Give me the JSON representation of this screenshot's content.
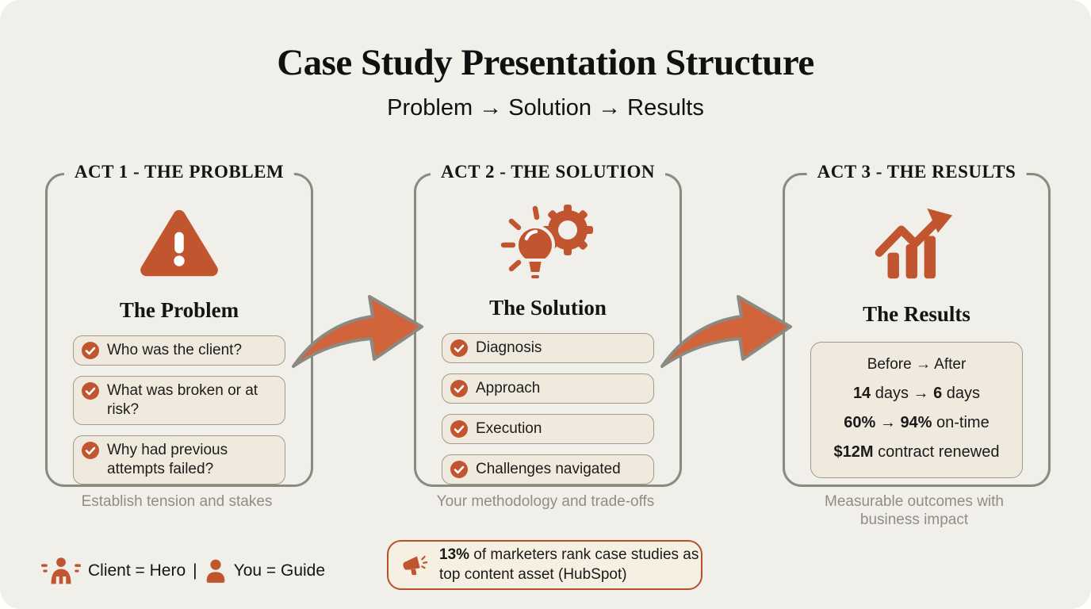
{
  "page": {
    "title": "Case Study Presentation Structure",
    "subtitle": "Problem → Solution → Results"
  },
  "colors": {
    "accent": "#c0552f",
    "arrow_fill": "#d2643c",
    "panel_border": "#8a8a83",
    "card_background": "#f0efe9",
    "item_background": "#f0eade",
    "caption_text": "#8f8d85",
    "stat_border": "#b8502c"
  },
  "acts": [
    {
      "label": "ACT 1 - THE PROBLEM",
      "icon": "warning-triangle-icon",
      "heading": "The Problem",
      "items": [
        "Who was the client?",
        "What was broken or at risk?",
        "Why had previous attempts failed?"
      ],
      "caption": "Establish tension and stakes"
    },
    {
      "label": "ACT 2 - THE SOLUTION",
      "icon": "lightbulb-gear-icon",
      "heading": "The Solution",
      "items": [
        "Diagnosis",
        "Approach",
        "Execution",
        "Challenges navigated"
      ],
      "caption": "Your methodology and trade-offs"
    },
    {
      "label": "ACT 3 - THE RESULTS",
      "icon": "growth-chart-icon",
      "heading": "The Results",
      "results_box": {
        "header": "Before → After",
        "lines": [
          {
            "b1": "14",
            "r1": " days → ",
            "b2": "6",
            "r2": " days"
          },
          {
            "b1": "60%",
            "r1": " → ",
            "b2": "94%",
            "r2": " on-time"
          },
          {
            "b1": "$12M",
            "r1": " contract renewed",
            "b2": "",
            "r2": ""
          }
        ]
      },
      "caption": "Measurable outcomes with business impact"
    }
  ],
  "legend": {
    "client_label": "Client = Hero",
    "separator": "|",
    "you_label": "You = Guide"
  },
  "stat": {
    "bold": "13%",
    "text": " of marketers rank case studies as top content asset (HubSpot)"
  }
}
